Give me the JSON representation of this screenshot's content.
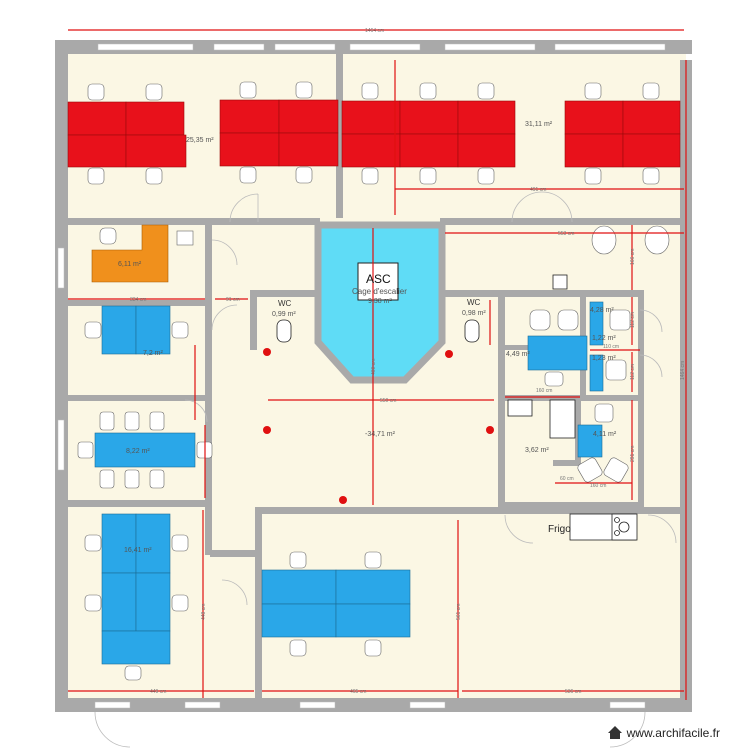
{
  "plan": {
    "rooms": {
      "office_top_left": "25,35 m²",
      "office_top_right": "31,11 m²",
      "office_orange": "6,11 m²",
      "office_blue_small": "7,2 m²",
      "meeting_room": "8,22 m²",
      "office_bottom_left": "16,41 m²",
      "central_hall": "-34,71 m²",
      "stairwell_name": "Cage d'escalier",
      "stairwell_area": "9,38 m²",
      "elevator": "ASC",
      "wc_left_name": "WC",
      "wc_left_area": "0,99 m²",
      "wc_right_name": "WC",
      "wc_right_area": "0,98 m²",
      "office_right_small": "4,49 m²",
      "room_a": "4,28 m²",
      "room_b": "1,22 m²",
      "room_c": "1,23 m²",
      "bathroom": "3,62 m²",
      "room_d": "4,11 m²",
      "fridge": "Frigo"
    },
    "dimensions": {
      "top_total": "1464 cm",
      "right_total": "1464 cm",
      "top_right_office": "491 cm",
      "hall_width": "553 cm",
      "left_room_width": "334 cm",
      "corridor_width": "91 cm",
      "central_width": "550 cm",
      "right_office_width": "160 cm",
      "small_corridor": "110 cm",
      "bath_width": "60 cm",
      "bath_width2": "160 cm",
      "bottom_left": "449 cm",
      "bottom_mid": "465 cm",
      "bottom_right": "536 cm",
      "vertical_left": "448 cm",
      "vertical_mid": "561 cm",
      "vertical_central": "400 cm",
      "vertical_right_a": "112 cm",
      "vertical_right_b": "112 cm",
      "vertical_right_c": "291 cm",
      "vertical_hall": "166 cm"
    },
    "colors": {
      "wall": "#a9a9a9",
      "floor": "#fbf7e4",
      "desk_red": "#e8111b",
      "desk_blue": "#2aa7e8",
      "desk_orange": "#f0901c",
      "stairwell": "#5fdcf6",
      "dimension": "#e01010"
    }
  },
  "watermark": {
    "text": "www.archifacile.fr",
    "logo": "house-icon"
  }
}
